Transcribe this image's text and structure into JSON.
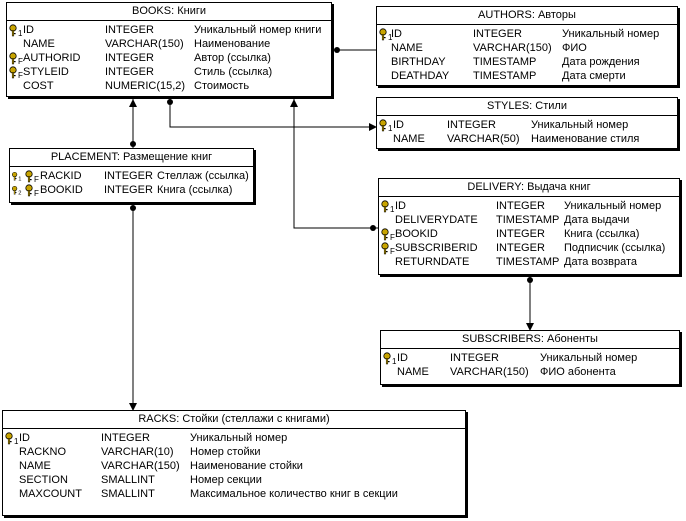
{
  "entities": {
    "books": {
      "title": "BOOKS: Книги",
      "columns": [
        {
          "key": "PK1",
          "name": "ID",
          "type": "INTEGER",
          "desc": "Уникальный номер книги"
        },
        {
          "key": "",
          "name": "NAME",
          "type": "VARCHAR(150)",
          "desc": "Наименование"
        },
        {
          "key": "FK",
          "name": "AUTHORID",
          "type": "INTEGER",
          "desc": "Автор (ссылка)"
        },
        {
          "key": "FK",
          "name": "STYLEID",
          "type": "INTEGER",
          "desc": "Стиль (ссылка)"
        },
        {
          "key": "",
          "name": "COST",
          "type": "NUMERIC(15,2)",
          "desc": "Стоимость"
        }
      ]
    },
    "authors": {
      "title": "AUTHORS: Авторы",
      "columns": [
        {
          "key": "PK1",
          "name": "ID",
          "type": "INTEGER",
          "desc": "Уникальный номер"
        },
        {
          "key": "",
          "name": "NAME",
          "type": "VARCHAR(150)",
          "desc": "ФИО"
        },
        {
          "key": "",
          "name": "BIRTHDAY",
          "type": "TIMESTAMP",
          "desc": "Дата рождения"
        },
        {
          "key": "",
          "name": "DEATHDAY",
          "type": "TIMESTAMP",
          "desc": "Дата смерти"
        }
      ]
    },
    "styles": {
      "title": "STYLES: Стили",
      "columns": [
        {
          "key": "PK1",
          "name": "ID",
          "type": "INTEGER",
          "desc": "Уникальный номер"
        },
        {
          "key": "",
          "name": "NAME",
          "type": "VARCHAR(50)",
          "desc": "Наименование стиля"
        }
      ]
    },
    "placement": {
      "title": "PLACEMENT: Размещение книг",
      "columns": [
        {
          "key": "PK1FK",
          "name": "RACKID",
          "type": "INTEGER",
          "desc": "Стеллаж (ссылка)"
        },
        {
          "key": "PK2FK",
          "name": "BOOKID",
          "type": "INTEGER",
          "desc": "Книга (ссылка)"
        }
      ]
    },
    "delivery": {
      "title": "DELIVERY: Выдача книг",
      "columns": [
        {
          "key": "PK1",
          "name": "ID",
          "type": "INTEGER",
          "desc": "Уникальный номер"
        },
        {
          "key": "",
          "name": "DELIVERYDATE",
          "type": "TIMESTAMP",
          "desc": "Дата выдачи"
        },
        {
          "key": "FK",
          "name": "BOOKID",
          "type": "INTEGER",
          "desc": "Книга (ссылка)"
        },
        {
          "key": "FK",
          "name": "SUBSCRIBERID",
          "type": "INTEGER",
          "desc": "Подписчик (ссылка)"
        },
        {
          "key": "",
          "name": "RETURNDATE",
          "type": "TIMESTAMP",
          "desc": "Дата возврата"
        }
      ]
    },
    "subscribers": {
      "title": "SUBSCRIBERS: Абоненты",
      "columns": [
        {
          "key": "PK1",
          "name": "ID",
          "type": "INTEGER",
          "desc": "Уникальный номер"
        },
        {
          "key": "",
          "name": "NAME",
          "type": "VARCHAR(150)",
          "desc": "ФИО абонента"
        }
      ]
    },
    "racks": {
      "title": "RACKS: Стойки (стеллажи с книгами)",
      "columns": [
        {
          "key": "PK1",
          "name": "ID",
          "type": "INTEGER",
          "desc": "Уникальный номер"
        },
        {
          "key": "",
          "name": "RACKNO",
          "type": "VARCHAR(10)",
          "desc": "Номер стойки"
        },
        {
          "key": "",
          "name": "NAME",
          "type": "VARCHAR(150)",
          "desc": "Наименование стойки"
        },
        {
          "key": "",
          "name": "SECTION",
          "type": "SMALLINT",
          "desc": "Номер секции"
        },
        {
          "key": "",
          "name": "MAXCOUNT",
          "type": "SMALLINT",
          "desc": "Максимальное количество книг в секции"
        }
      ]
    }
  },
  "relationships": [
    {
      "from": "authors",
      "to": "books"
    },
    {
      "from": "styles",
      "to": "books"
    },
    {
      "from": "books",
      "to": "placement"
    },
    {
      "from": "racks",
      "to": "placement"
    },
    {
      "from": "books",
      "to": "delivery"
    },
    {
      "from": "subscribers",
      "to": "delivery"
    }
  ],
  "colors": {
    "line": "#000000",
    "key_gold": "#c8a400",
    "background": "#ffffff"
  }
}
